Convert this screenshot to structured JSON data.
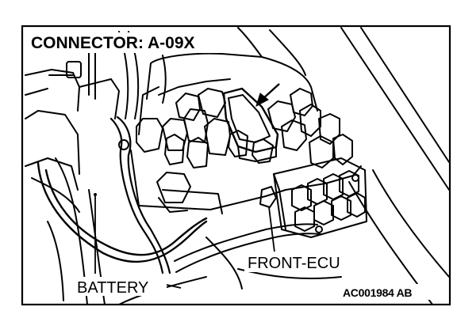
{
  "diagram": {
    "title": "CONNECTOR: A-09X",
    "labels": {
      "front_ecu": "FRONT-ECU",
      "battery": "BATTERY"
    },
    "figure_code": "AC001984 AB",
    "colors": {
      "ink": "#000000",
      "paper": "#ffffff"
    }
  }
}
